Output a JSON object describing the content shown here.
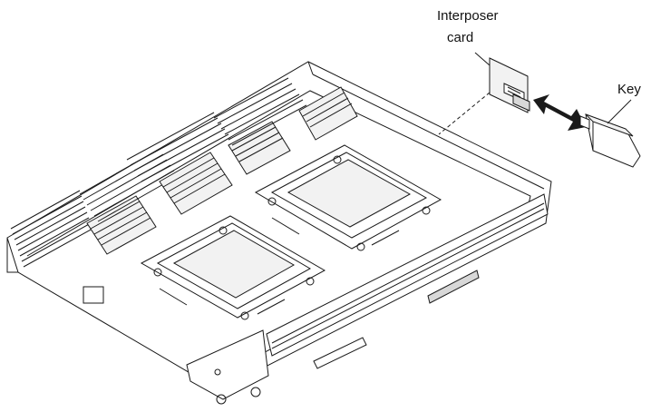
{
  "labels": {
    "interposer_line1": "Interposer",
    "interposer_line2": "card",
    "key": "Key"
  },
  "colors": {
    "ink": "#1a1a1a",
    "background": "#ffffff",
    "light_fill": "#f2f2f2",
    "shade_fill": "#d8d8d8"
  }
}
